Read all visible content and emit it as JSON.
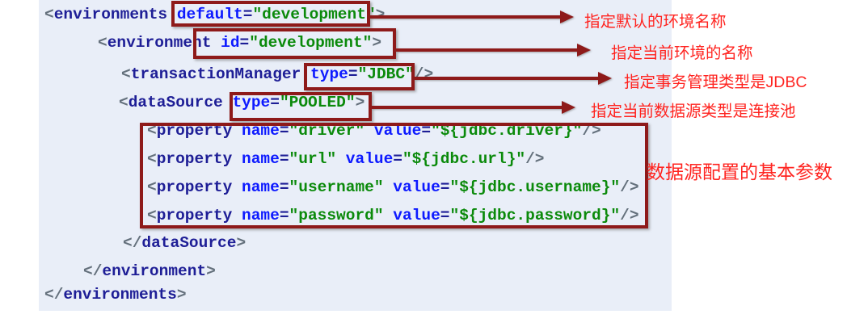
{
  "colors": {
    "panel_background": "#e9eef8",
    "tag_name": "#1e1e96",
    "attribute_name": "#0d1aff",
    "attribute_value": "#0b8a0b",
    "bracket": "#64707c",
    "highlight_box": "#8e1a1a",
    "arrow": "#8e1a1a",
    "annotation_text": "#ff2420"
  },
  "code": {
    "lines": [
      {
        "tokens": [
          [
            "br",
            "<"
          ],
          [
            "tag",
            "environments"
          ],
          [
            "pl",
            " "
          ],
          [
            "attr",
            "default"
          ],
          [
            "eq",
            "="
          ],
          [
            "val",
            "\"development\""
          ],
          [
            "br",
            ">"
          ]
        ]
      },
      {
        "tokens": [
          [
            "br",
            "<"
          ],
          [
            "tag",
            "environment"
          ],
          [
            "pl",
            " "
          ],
          [
            "attr",
            "id"
          ],
          [
            "eq",
            "="
          ],
          [
            "val",
            "\"development\""
          ],
          [
            "br",
            ">"
          ]
        ]
      },
      {
        "tokens": [
          [
            "br",
            "<"
          ],
          [
            "tag",
            "transactionManager"
          ],
          [
            "pl",
            " "
          ],
          [
            "attr",
            "type"
          ],
          [
            "eq",
            "="
          ],
          [
            "val",
            "\"JDBC\""
          ],
          [
            "br",
            "/>"
          ]
        ]
      },
      {
        "tokens": [
          [
            "br",
            "<"
          ],
          [
            "tag",
            "dataSource"
          ],
          [
            "pl",
            " "
          ],
          [
            "attr",
            "type"
          ],
          [
            "eq",
            "="
          ],
          [
            "val",
            "\"POOLED\""
          ],
          [
            "br",
            ">"
          ]
        ]
      },
      {
        "tokens": [
          [
            "br",
            "<"
          ],
          [
            "tag",
            "property"
          ],
          [
            "pl",
            " "
          ],
          [
            "attr",
            "name"
          ],
          [
            "eq",
            "="
          ],
          [
            "val",
            "\"driver\""
          ],
          [
            "pl",
            " "
          ],
          [
            "attr",
            "value"
          ],
          [
            "eq",
            "="
          ],
          [
            "val",
            "\"${jdbc.driver}\""
          ],
          [
            "br",
            "/>"
          ]
        ]
      },
      {
        "tokens": [
          [
            "br",
            "<"
          ],
          [
            "tag",
            "property"
          ],
          [
            "pl",
            " "
          ],
          [
            "attr",
            "name"
          ],
          [
            "eq",
            "="
          ],
          [
            "val",
            "\"url\""
          ],
          [
            "pl",
            " "
          ],
          [
            "attr",
            "value"
          ],
          [
            "eq",
            "="
          ],
          [
            "val",
            "\"${jdbc.url}\""
          ],
          [
            "br",
            "/>"
          ]
        ]
      },
      {
        "tokens": [
          [
            "br",
            "<"
          ],
          [
            "tag",
            "property"
          ],
          [
            "pl",
            " "
          ],
          [
            "attr",
            "name"
          ],
          [
            "eq",
            "="
          ],
          [
            "val",
            "\"username\""
          ],
          [
            "pl",
            " "
          ],
          [
            "attr",
            "value"
          ],
          [
            "eq",
            "="
          ],
          [
            "val",
            "\"${jdbc.username}\""
          ],
          [
            "br",
            "/>"
          ]
        ]
      },
      {
        "tokens": [
          [
            "br",
            "<"
          ],
          [
            "tag",
            "property"
          ],
          [
            "pl",
            " "
          ],
          [
            "attr",
            "name"
          ],
          [
            "eq",
            "="
          ],
          [
            "val",
            "\"password\""
          ],
          [
            "pl",
            " "
          ],
          [
            "attr",
            "value"
          ],
          [
            "eq",
            "="
          ],
          [
            "val",
            "\"${jdbc.password}\""
          ],
          [
            "br",
            "/>"
          ]
        ]
      },
      {
        "tokens": [
          [
            "br",
            "</"
          ],
          [
            "tag",
            "dataSource"
          ],
          [
            "br",
            ">"
          ]
        ]
      },
      {
        "tokens": [
          [
            "br",
            "</"
          ],
          [
            "tag",
            "environment"
          ],
          [
            "br",
            ">"
          ]
        ]
      },
      {
        "tokens": [
          [
            "br",
            "</"
          ],
          [
            "tag",
            "environments"
          ],
          [
            "br",
            ">"
          ]
        ]
      }
    ]
  },
  "annotations": [
    {
      "text": "指定默认的环境名称"
    },
    {
      "text": "指定当前环境的名称"
    },
    {
      "text": "指定事务管理类型是JDBC"
    },
    {
      "text": "指定当前数据源类型是连接池"
    },
    {
      "text": "数据源配置的基本参数"
    }
  ]
}
